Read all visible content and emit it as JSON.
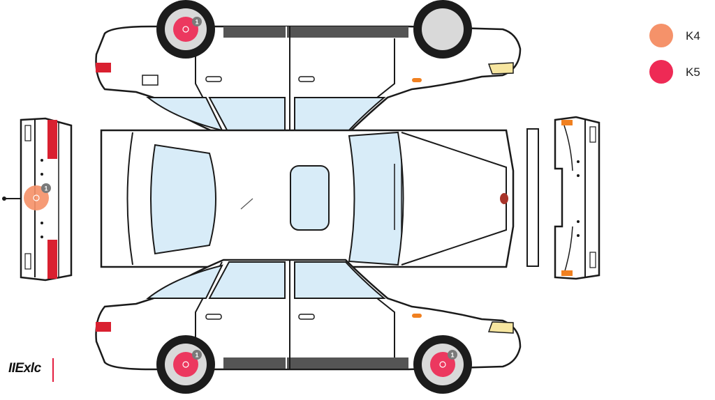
{
  "brand": {
    "logo_text": "IIExlc",
    "accent_color": "#e41e3f"
  },
  "legend": [
    {
      "code": "K4",
      "color": "#f5926a"
    },
    {
      "code": "K5",
      "color": "#ee2a55"
    }
  ],
  "markers": [
    {
      "view": "top-side-rear-wheel",
      "code": "K5",
      "count": "1"
    },
    {
      "view": "rear-bumper",
      "code": "K4",
      "count": "1"
    },
    {
      "view": "bottom-side-rear-wheel",
      "code": "K5",
      "count": "1"
    },
    {
      "view": "bottom-side-front-wheel",
      "code": "K5",
      "count": "1"
    }
  ],
  "colors": {
    "body_outline": "#1a1a1a",
    "glass": "#d8ecf8",
    "trim": "#555555",
    "taillight": "#d92030",
    "headlight": "#f7e6a0",
    "indicator": "#f08020",
    "tire": "#1c1c1c",
    "rim": "#d9d9d9"
  }
}
